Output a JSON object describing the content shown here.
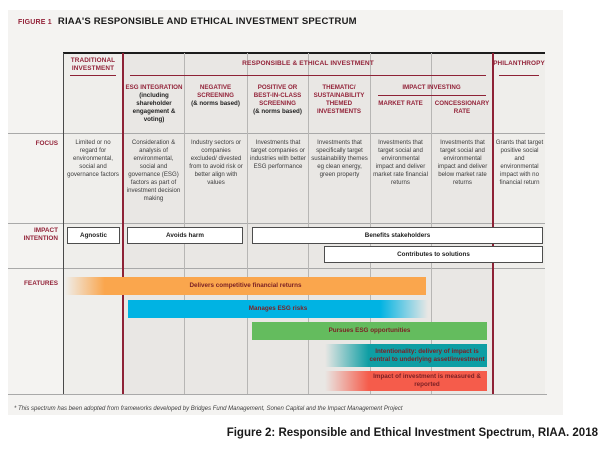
{
  "title": {
    "figure_label": "FIGURE 1",
    "text": "RIAA'S RESPONSIBLE AND ETHICAL INVESTMENT SPECTRUM"
  },
  "group_headers": {
    "traditional": "TRADITIONAL INVESTMENT",
    "responsible": "RESPONSIBLE & ETHICAL INVESTMENT",
    "philanthropy": "PHILANTHROPY",
    "impact_investing": "IMPACT INVESTING"
  },
  "columns": [
    {
      "id": "traditional",
      "header": "",
      "sub": "",
      "focus": "Limited or no regard for environmental, social and governance factors"
    },
    {
      "id": "esg-integration",
      "header": "ESG INTEGRATION",
      "sub": "(including shareholder engagement & voting)",
      "focus": "Consideration & analysis of environmental, social and governance (ESG) factors as part of investment decision making"
    },
    {
      "id": "negative-screening",
      "header": "NEGATIVE SCREENING",
      "sub": "(& norms based)",
      "focus": "Industry sectors or companies excluded/ divested from to avoid risk or better align with values"
    },
    {
      "id": "positive-screening",
      "header": "POSITIVE OR BEST-IN-CLASS SCREENING",
      "sub": "(& norms based)",
      "focus": "Investments that target companies or industries with better ESG performance"
    },
    {
      "id": "thematic",
      "header": "THEMATIC/ SUSTAINABILITY THEMED INVESTMENTS",
      "sub": "",
      "focus": "Investments that specifically target sustainability themes eg clean energy, green property"
    },
    {
      "id": "market-rate",
      "header": "MARKET RATE",
      "sub": "",
      "focus": "Investments that target social and environmental impact and deliver market rate financial returns"
    },
    {
      "id": "concessionary-rate",
      "header": "CONCESSIONARY RATE",
      "sub": "",
      "focus": "Investments that target social and environmental impact and deliver below market rate returns"
    },
    {
      "id": "philanthropy",
      "header": "",
      "sub": "",
      "focus": "Grants that target positive social and environmental impact with no financial return"
    }
  ],
  "row_labels": {
    "focus": "FOCUS",
    "impact_intention": "IMPACT INTENTION",
    "features": "FEATURES"
  },
  "impact_intention": {
    "agnostic": "Agnostic",
    "avoids_harm": "Avoids harm",
    "benefits_stakeholders": "Benefits stakeholders",
    "contributes_to_solutions": "Contributes to solutions"
  },
  "features_bars": [
    {
      "label": "Delivers competitive financial returns",
      "color": "#FAA64D"
    },
    {
      "label": "Manages ESG risks",
      "color": "#00B3E3"
    },
    {
      "label": "Pursues ESG opportunities",
      "color": "#64BC5E"
    },
    {
      "label": "Intentionality: delivery of impact is central to underlying asset/investment",
      "color": "#0E9EA4"
    },
    {
      "label": "Impact of investment is measured & reported",
      "color": "#F55C4B"
    }
  ],
  "footnote": "* This spectrum has been adopted from frameworks developed by Bridges Fund Management, Sonen Capital and the Impact Management Project",
  "caption": "Figure 2: Responsible and Ethical Investment Spectrum, RIAA. 2018",
  "colors": {
    "maroon_accent": "#932339",
    "panel_background": "#F4F3F1",
    "responsible_section_background": "#E9E7E4",
    "bar_text": "#7B2125"
  }
}
